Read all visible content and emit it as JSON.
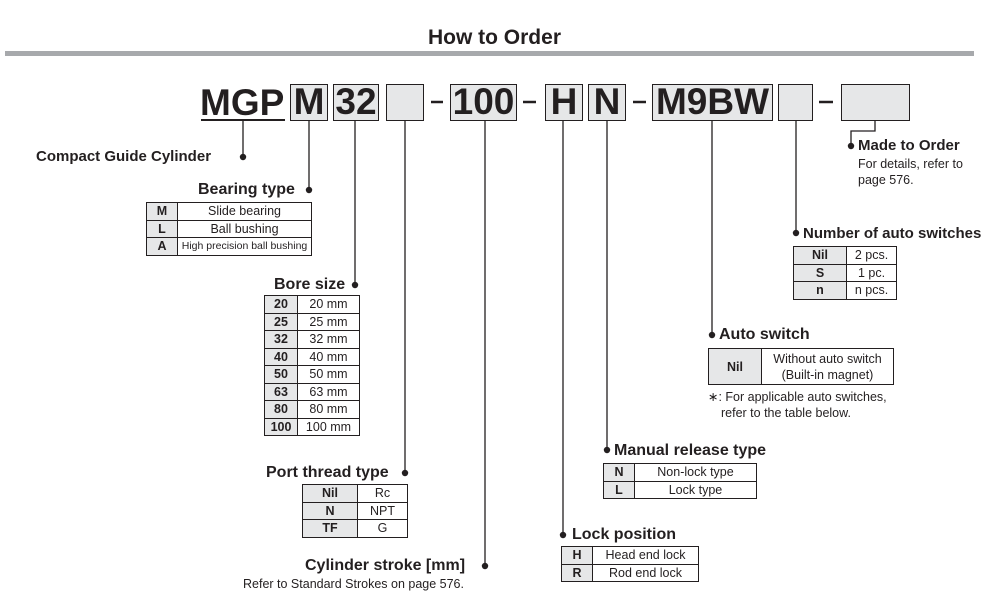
{
  "title": "How to Order",
  "code": {
    "prefix": "MGP",
    "segments": {
      "bearing": "M",
      "bore": "32",
      "port": "",
      "stroke": "100",
      "lock": "H",
      "manual": "N",
      "switch": "M9BW",
      "switch_count": "",
      "made_to_order": ""
    },
    "separator": "-"
  },
  "compact_guide": {
    "label": "Compact Guide Cylinder"
  },
  "made_to_order": {
    "heading": "Made to Order",
    "note1": "For details, refer to",
    "note2": "page 576."
  },
  "bearing_type": {
    "heading": "Bearing type",
    "rows": [
      {
        "key": "M",
        "value": "Slide bearing"
      },
      {
        "key": "L",
        "value": "Ball bushing"
      },
      {
        "key": "A",
        "value": "High precision ball bushing"
      }
    ]
  },
  "bore_size": {
    "heading": "Bore size",
    "rows": [
      {
        "key": "20",
        "value": "20 mm"
      },
      {
        "key": "25",
        "value": "25 mm"
      },
      {
        "key": "32",
        "value": "32 mm"
      },
      {
        "key": "40",
        "value": "40 mm"
      },
      {
        "key": "50",
        "value": "50 mm"
      },
      {
        "key": "63",
        "value": "63 mm"
      },
      {
        "key": "80",
        "value": "80 mm"
      },
      {
        "key": "100",
        "value": "100 mm"
      }
    ]
  },
  "port_thread": {
    "heading": "Port thread type",
    "rows": [
      {
        "key": "Nil",
        "value": "Rc"
      },
      {
        "key": "N",
        "value": "NPT"
      },
      {
        "key": "TF",
        "value": "G"
      }
    ]
  },
  "stroke": {
    "heading": "Cylinder stroke [mm]",
    "note": "Refer to Standard Strokes on page 576."
  },
  "lock_position": {
    "heading": "Lock position",
    "rows": [
      {
        "key": "H",
        "value": "Head end lock"
      },
      {
        "key": "R",
        "value": "Rod end lock"
      }
    ]
  },
  "manual_release": {
    "heading": "Manual release type",
    "rows": [
      {
        "key": "N",
        "value": "Non-lock type"
      },
      {
        "key": "L",
        "value": "Lock type"
      }
    ]
  },
  "auto_switch": {
    "heading": "Auto switch",
    "key": "Nil",
    "value_line1": "Without auto switch",
    "value_line2": "(Built-in magnet)",
    "note1": "∗: For applicable auto switches,",
    "note2": "refer to the table below."
  },
  "num_switches": {
    "heading": "Number of auto switches",
    "rows": [
      {
        "key": "Nil",
        "value": "2 pcs."
      },
      {
        "key": "S",
        "value": "1 pc."
      },
      {
        "key": "n",
        "value": "n pcs."
      }
    ]
  }
}
